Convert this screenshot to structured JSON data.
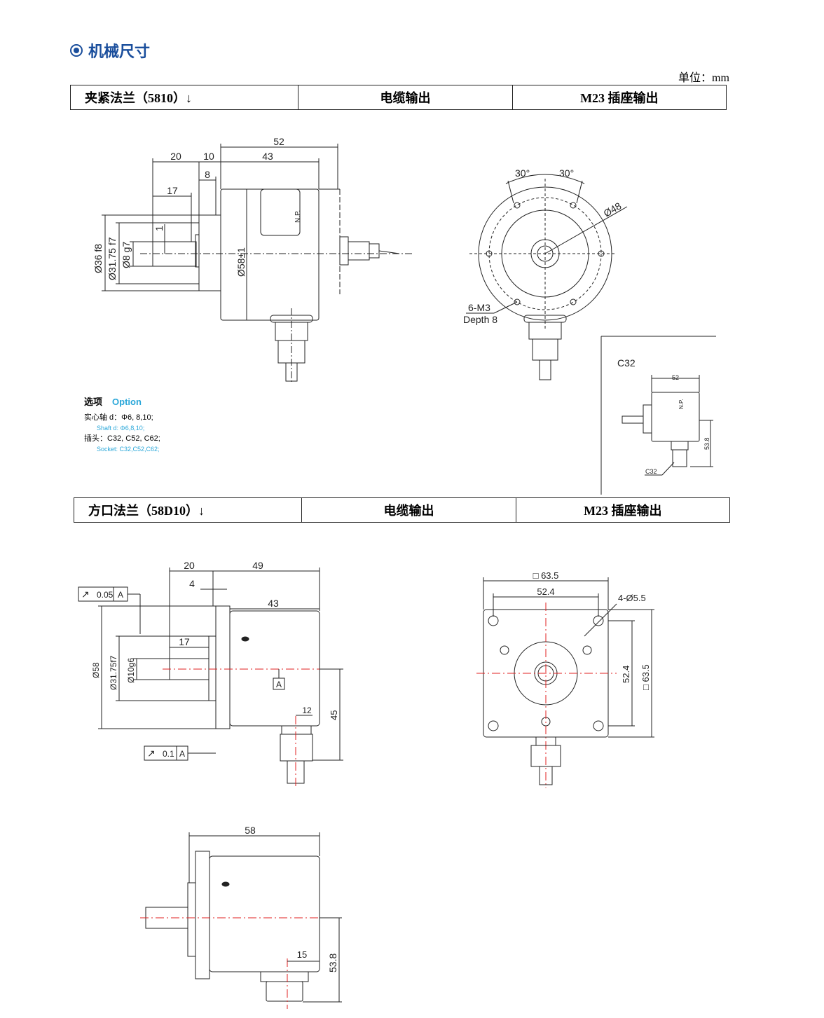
{
  "page": {
    "title": "机械尺寸",
    "unit": "单位：mm"
  },
  "section1": {
    "cols": [
      "夹紧法兰（5810）↓",
      "电缆输出",
      "M23 插座输出"
    ]
  },
  "section2": {
    "cols": [
      "方口法兰（58D10）↓",
      "电缆输出",
      "M23 插座输出"
    ]
  },
  "options": {
    "heading_cn": "选项",
    "heading_en": "Option",
    "shaft_cn": "实心轴 d：Φ6, 8,10;",
    "shaft_en": "Shaft d: Φ6,8,10;",
    "socket_cn": "插头：C32, C52, C62;",
    "socket_en": "Socket: C32,C52,C62;"
  },
  "drawing1": {
    "dims": {
      "d52": "52",
      "d20": "20",
      "d10": "10",
      "d43": "43",
      "d8": "8",
      "d17": "17",
      "d1": "1",
      "d36": "Ø36 f8",
      "d3175": "Ø31.75 f7",
      "d8g7": "Ø8 g7",
      "d58": "Ø58±1",
      "np": "N.P."
    }
  },
  "drawing2": {
    "dims": {
      "a30l": "30°",
      "a30r": "30°",
      "d48": "Ø48",
      "m3": "6-M3",
      "depth": "Depth 8"
    }
  },
  "drawing3": {
    "label": "C32",
    "d52": "52",
    "d538": "53.8",
    "tag": "C32",
    "np": "N.P."
  },
  "drawing4": {
    "dims": {
      "d20": "20",
      "d49": "49",
      "d4": "4",
      "d43": "43",
      "d17": "17",
      "d12": "12",
      "d45": "45",
      "d58": "Ø58",
      "d3175": "Ø31.75f7",
      "d10": "Ø10g6",
      "datum": "A",
      "tol1": "0.05",
      "tol1ref": "A",
      "tol2": "0.1",
      "tol2ref": "A"
    }
  },
  "drawing5": {
    "dims": {
      "sq635": "□ 63.5",
      "d524": "52.4",
      "holes": "4-Ø5.5",
      "v524": "52.4",
      "v635": "□ 63.5"
    }
  },
  "drawing6": {
    "dims": {
      "d58": "58",
      "d15": "15",
      "d538": "53.8"
    }
  }
}
